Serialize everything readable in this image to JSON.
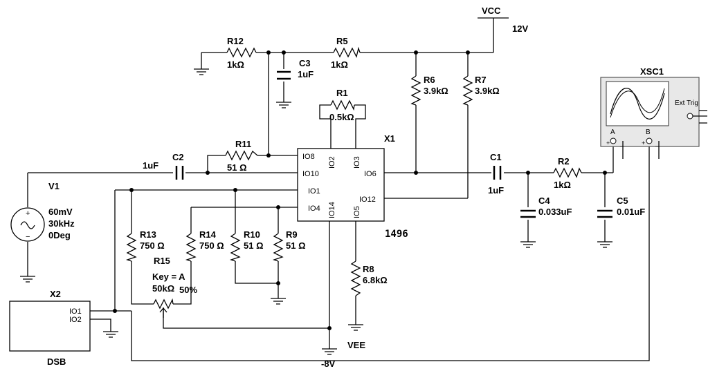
{
  "components": {
    "vcc": {
      "name": "VCC",
      "value": "12V"
    },
    "r12": {
      "name": "R12",
      "value": "1kΩ"
    },
    "r5": {
      "name": "R5",
      "value": "1kΩ"
    },
    "c3": {
      "name": "C3",
      "value": "1uF"
    },
    "r1": {
      "name": "R1",
      "value": "0.5kΩ"
    },
    "r6": {
      "name": "R6",
      "value": "3.9kΩ"
    },
    "r7": {
      "name": "R7",
      "value": "3.9kΩ"
    },
    "r11": {
      "name": "R11",
      "value": "51 Ω"
    },
    "c2": {
      "name": "C2",
      "value": "1uF"
    },
    "x1": {
      "name": "X1",
      "part": "1496",
      "pins": [
        "IO8",
        "IO2",
        "IO3",
        "IO10",
        "IO6",
        "IO1",
        "IO12",
        "IO4",
        "IO14",
        "IO5"
      ]
    },
    "c1": {
      "name": "C1",
      "value": "1uF"
    },
    "r2": {
      "name": "R2",
      "value": "1kΩ"
    },
    "c4": {
      "name": "C4",
      "value": "0.033uF"
    },
    "c5": {
      "name": "C5",
      "value": "0.01uF"
    },
    "v1": {
      "name": "V1",
      "amplitude": "60mV",
      "frequency": "30kHz",
      "phase": "0Deg"
    },
    "r13": {
      "name": "R13",
      "value": "750 Ω"
    },
    "r14": {
      "name": "R14",
      "value": "750 Ω"
    },
    "r10": {
      "name": "R10",
      "value": "51 Ω"
    },
    "r9": {
      "name": "R9",
      "value": "51 Ω"
    },
    "r15": {
      "name": "R15",
      "key": "Key = A",
      "value": "50kΩ",
      "percent": "50%"
    },
    "r8": {
      "name": "R8",
      "value": "6.8kΩ"
    },
    "vee": {
      "name": "VEE",
      "value": "-8V"
    },
    "x2": {
      "name": "X2",
      "label": "DSB",
      "pin1": "IO1",
      "pin2": "IO2"
    },
    "xsc1": {
      "name": "XSC1",
      "ext_trig": "Ext Trig",
      "ch_a": "A",
      "ch_b": "B",
      "plus": "+",
      "minus": "_"
    }
  }
}
